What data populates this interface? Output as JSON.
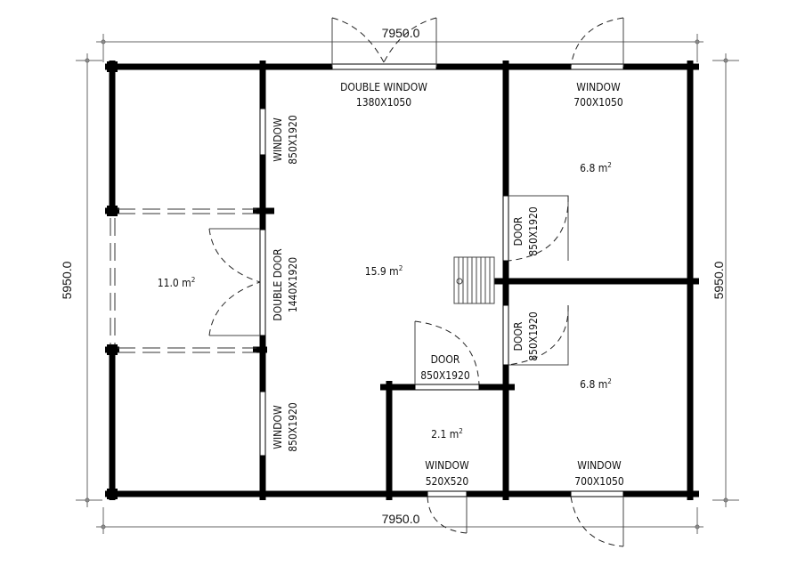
{
  "dimensions": {
    "width_top": "7950.0",
    "width_bottom": "7950.0",
    "height_left": "5950.0",
    "height_right": "5950.0"
  },
  "rooms": [
    {
      "area": "11.0 m",
      "sup": "2"
    },
    {
      "area": "15.9 m",
      "sup": "2"
    },
    {
      "area": "6.8 m",
      "sup": "2"
    },
    {
      "area": "6.8 m",
      "sup": "2"
    },
    {
      "area": "2.1 m",
      "sup": "2"
    }
  ],
  "openings": {
    "top_double_window": {
      "name": "DOUBLE WINDOW",
      "size": "1380X1050"
    },
    "top_right_window": {
      "name": "WINDOW",
      "size": "700X1050"
    },
    "left_upper_window": {
      "name": "WINDOW",
      "size": "850X1920"
    },
    "left_double_door": {
      "name": "DOUBLE DOOR",
      "size": "1440X1920"
    },
    "left_lower_window": {
      "name": "WINDOW",
      "size": "850X1920"
    },
    "upper_door": {
      "name": "DOOR",
      "size": "850X1920"
    },
    "lower_door": {
      "name": "DOOR",
      "size": "850X1920"
    },
    "bath_door": {
      "name": "DOOR",
      "size": "850X1920"
    },
    "bath_window": {
      "name": "WINDOW",
      "size": "520X520"
    },
    "bottom_right_window": {
      "name": "WINDOW",
      "size": "700X1050"
    }
  }
}
